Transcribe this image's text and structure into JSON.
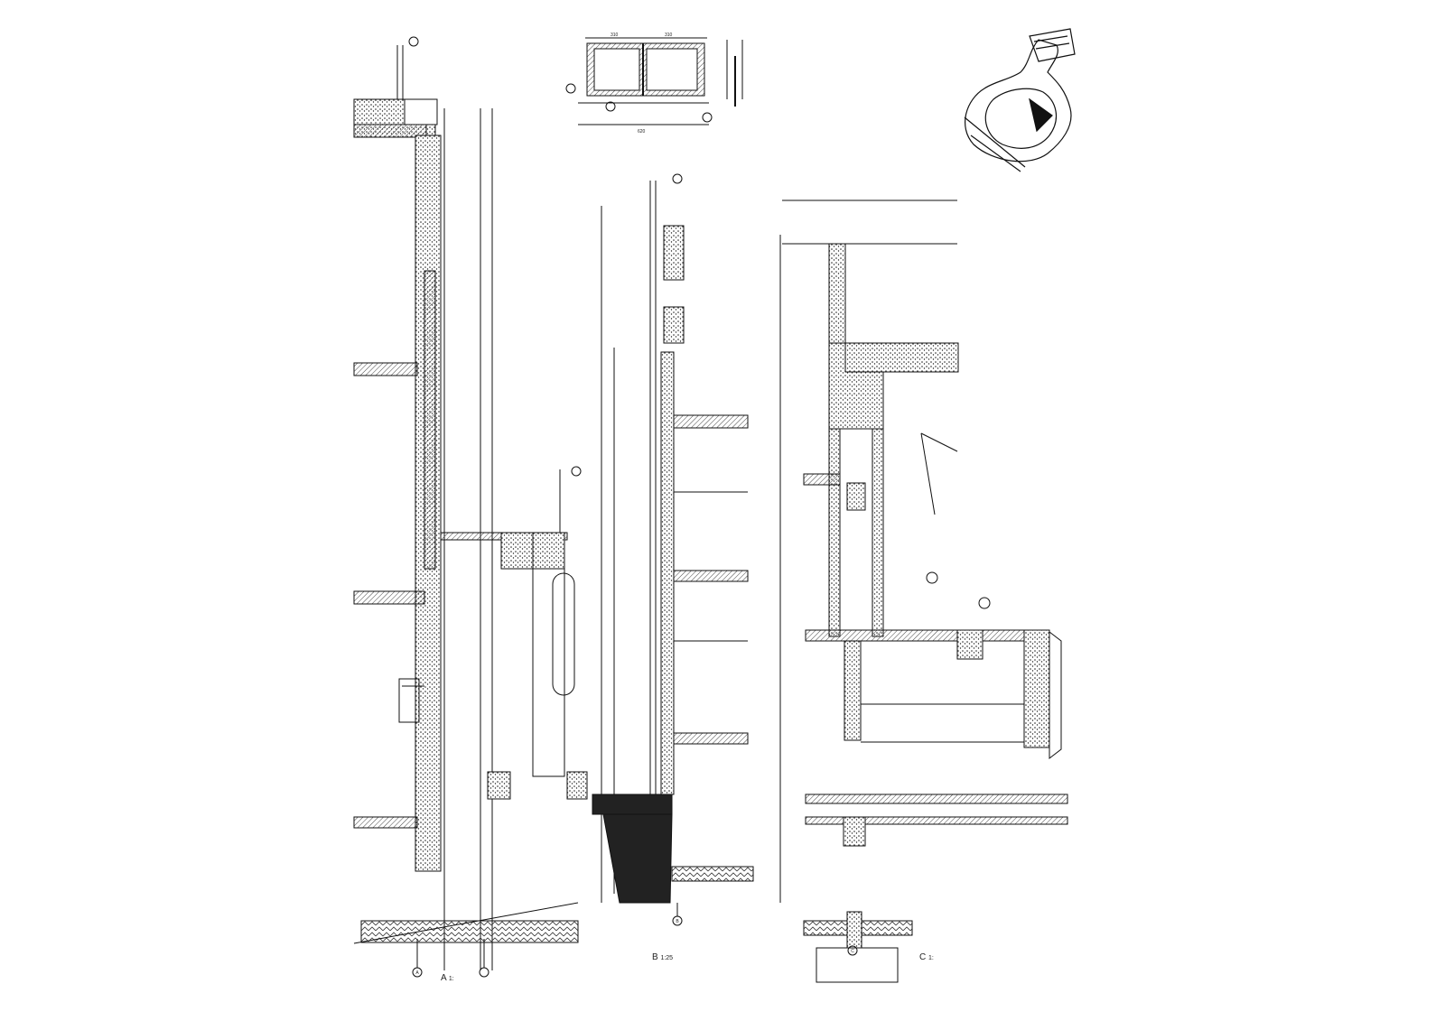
{
  "drawing": {
    "section_a": {
      "caption": "A",
      "scale": "1:"
    },
    "section_b": {
      "caption": "B",
      "scale": "1:25"
    },
    "section_c": {
      "caption": "C",
      "scale": "1:"
    },
    "detail_top": {
      "dim_left": "310",
      "dim_right": "310",
      "dim_total": "620"
    },
    "grid_axes": [
      "A",
      "B",
      "C"
    ]
  },
  "colors": {
    "line": "#111111",
    "hatch": "#555555",
    "fill_dark": "#222222",
    "paper": "#ffffff"
  }
}
